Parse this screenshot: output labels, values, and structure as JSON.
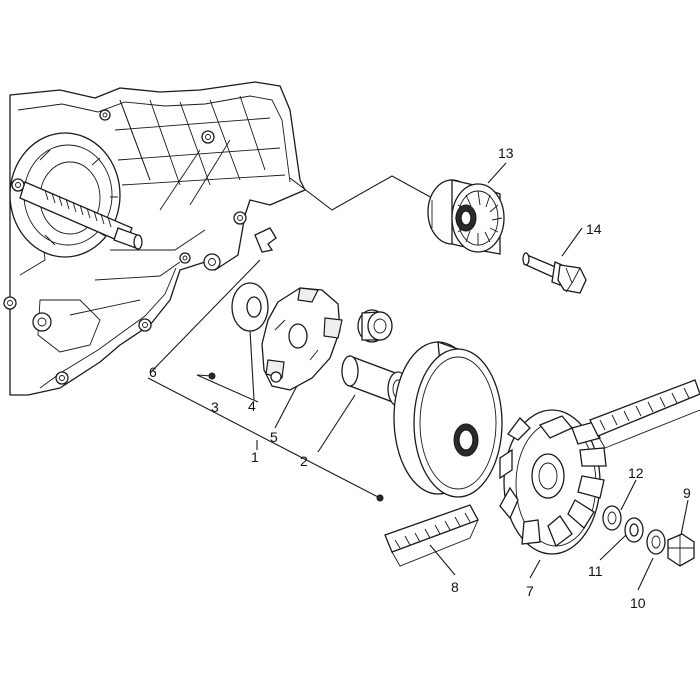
{
  "diagram": {
    "callouts": {
      "c1": "1",
      "c2": "2",
      "c3": "3",
      "c4": "4",
      "c5": "5",
      "c6": "6",
      "c7": "7",
      "c8": "8",
      "c9": "9",
      "c10": "10",
      "c11": "11",
      "c12": "12",
      "c13": "13",
      "c14": "14"
    },
    "line_color": "#1a1a1a",
    "background": "#ffffff"
  }
}
